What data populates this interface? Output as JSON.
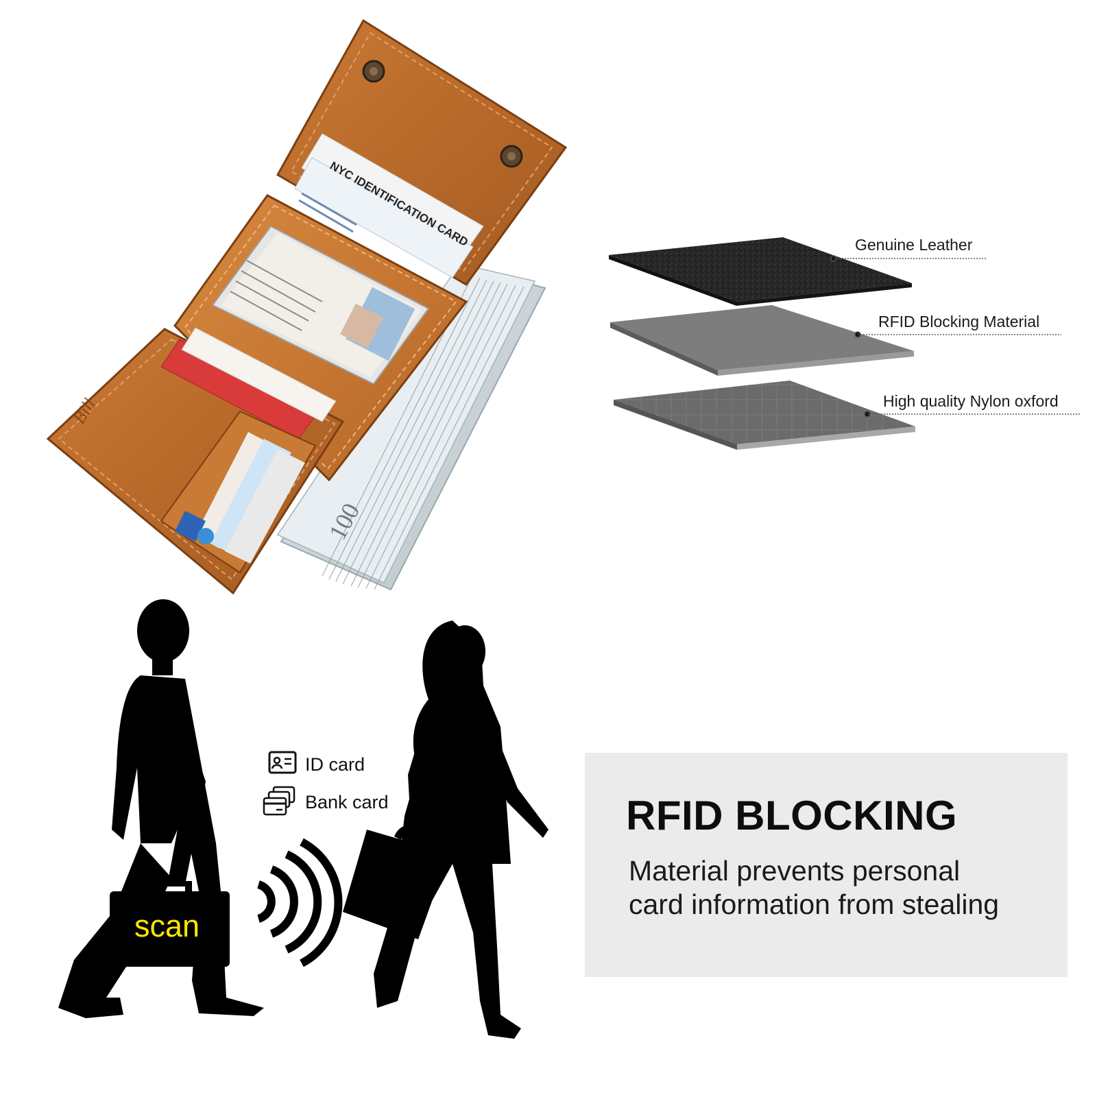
{
  "layers": {
    "leather_label": "Genuine Leather",
    "rfid_label": "RFID Blocking Material",
    "nylon_label": "High quality Nylon oxford"
  },
  "cards": {
    "id_card_label": "ID card",
    "bank_card_label": "Bank card",
    "id_card_printed": "NYC IDENTIFICATION CARD"
  },
  "scanner": {
    "scan_label": "scan"
  },
  "info": {
    "title": "RFID BLOCKING",
    "description_line1": "Material prevents personal",
    "description_line2": "card information from stealing"
  },
  "colors": {
    "leather": "#b8692a",
    "leather_dark": "#8a4a18",
    "leather_sheet": "#262626",
    "rfid_sheet": "#7d7d7d",
    "nylon_sheet": "#6b6b6b",
    "scan_text": "#ffe600",
    "panel_bg": "#ebebeb",
    "silhouette": "#000000"
  },
  "icons": {
    "id_card": "id-card-icon",
    "bank_card": "bank-cards-icon",
    "signal": "rfid-signal-icon"
  }
}
